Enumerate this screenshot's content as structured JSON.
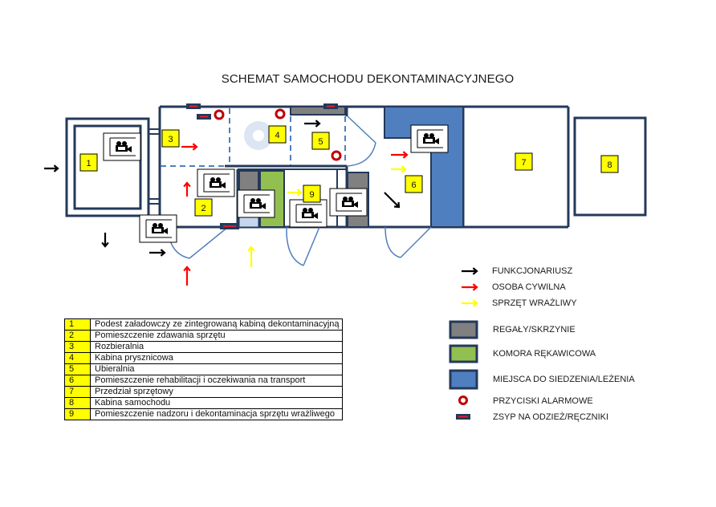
{
  "title": "SCHEMAT SAMOCHODU DEKONTAMINACYJNEGO",
  "colors": {
    "wall": "#24395a",
    "shelf": "#808080",
    "glovebox": "#92c050",
    "seating": "#4f7fbe",
    "label_bg": "#ffff00",
    "officer_arrow": "#000000",
    "civilian_arrow": "#ff0000",
    "equipment_arrow": "#ffff00",
    "alarm": "#c00000",
    "dashed_partition": "#4f7fbe"
  },
  "room_labels": [
    "1",
    "2",
    "3",
    "4",
    "5",
    "6",
    "7",
    "8",
    "9"
  ],
  "arrow_legend": [
    {
      "label": "FUNKCJONARIUSZ",
      "color": "#000000"
    },
    {
      "label": "OSOBA CYWILNA",
      "color": "#ff0000"
    },
    {
      "label": "SPRZĘT WRAŻLIWY",
      "color": "#ffff00"
    }
  ],
  "symbol_legend": [
    {
      "label": "REGAŁY/SKRZYNIE",
      "symbol": "gray-box"
    },
    {
      "label": "KOMORA RĘKAWICOWA",
      "symbol": "green-box"
    },
    {
      "label": "MIEJSCA DO SIEDZENIA/LEŻENIA",
      "symbol": "blue-box"
    },
    {
      "label": "PRZYCISKI ALARMOWE",
      "symbol": "alarm-button"
    },
    {
      "label": "ZSYP NA ODZIEŻ/RĘCZNIKI",
      "symbol": "chute"
    }
  ],
  "rooms": [
    {
      "num": "1",
      "desc": "Podest załadowczy ze zintegrowaną kabiną dekontaminacyjną"
    },
    {
      "num": "2",
      "desc": "Pomieszczenie zdawania sprzętu"
    },
    {
      "num": "3",
      "desc": "Rozbieralnia"
    },
    {
      "num": "4",
      "desc": "Kabina prysznicowa"
    },
    {
      "num": "5",
      "desc": "Ubieralnia"
    },
    {
      "num": "6",
      "desc": "Pomieszczenie rehabilitacji i oczekiwania na transport"
    },
    {
      "num": "7",
      "desc": "Przedział sprzętowy"
    },
    {
      "num": "8",
      "desc": "Kabina samochodu"
    },
    {
      "num": "9",
      "desc": "Pomieszczenie nadzoru i dekontaminacja sprzętu wrażliwego"
    }
  ]
}
